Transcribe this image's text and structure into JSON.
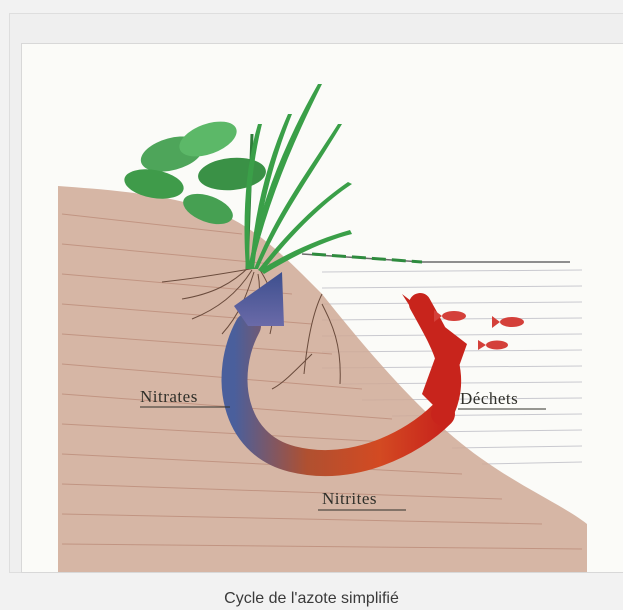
{
  "figure": {
    "labels": {
      "nitrates": "Nitrates",
      "dechets": "Déchets",
      "nitrites": "Nitrites"
    },
    "caption": "Cycle de l'azote simplifié",
    "colors": {
      "soil": "#c49a85",
      "water_lines": "#c9c9cf",
      "plant": "#3f9b4a",
      "arrow_blue": "#4a5f9c",
      "arrow_red": "#c8241c",
      "fish": "#d4403a"
    }
  }
}
